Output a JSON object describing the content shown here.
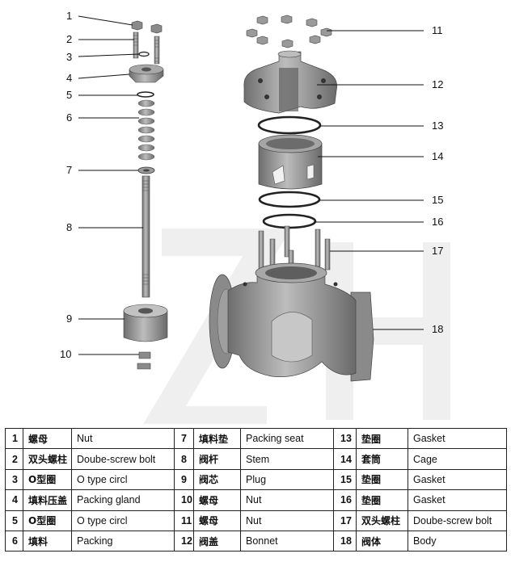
{
  "callouts": [
    "1",
    "2",
    "3",
    "4",
    "5",
    "6",
    "7",
    "8",
    "9",
    "10",
    "11",
    "12",
    "13",
    "14",
    "15",
    "16",
    "17",
    "18"
  ],
  "table": {
    "rows": [
      [
        {
          "n": "1",
          "cn": "螺母",
          "en": "Nut"
        },
        {
          "n": "7",
          "cn": "填料垫",
          "en": "Packing seat"
        },
        {
          "n": "13",
          "cn": "垫圈",
          "en": "Gasket"
        }
      ],
      [
        {
          "n": "2",
          "cn": "双头螺柱",
          "en": "Doube-screw bolt"
        },
        {
          "n": "8",
          "cn": "阀杆",
          "en": "Stem"
        },
        {
          "n": "14",
          "cn": "套筒",
          "en": "Cage"
        }
      ],
      [
        {
          "n": "3",
          "cn": "O型圈",
          "en": "O type circl"
        },
        {
          "n": "9",
          "cn": "阀芯",
          "en": "Plug"
        },
        {
          "n": "15",
          "cn": "垫圈",
          "en": "Gasket"
        }
      ],
      [
        {
          "n": "4",
          "cn": "填料压盖",
          "en": "Packing gland"
        },
        {
          "n": "10",
          "cn": "螺母",
          "en": "Nut"
        },
        {
          "n": "16",
          "cn": "垫圈",
          "en": "Gasket"
        }
      ],
      [
        {
          "n": "5",
          "cn": "O型圈",
          "en": "O type circl"
        },
        {
          "n": "11",
          "cn": "螺母",
          "en": "Nut"
        },
        {
          "n": "17",
          "cn": "双头螺柱",
          "en": "Doube-screw bolt"
        }
      ],
      [
        {
          "n": "6",
          "cn": "填料",
          "en": "Packing"
        },
        {
          "n": "12",
          "cn": "阀盖",
          "en": "Bonnet"
        },
        {
          "n": "18",
          "cn": "阀体",
          "en": "Body"
        }
      ]
    ]
  },
  "colors": {
    "metal": "#8e8e8e",
    "metal_dark": "#5a5a5a",
    "metal_light": "#c4c4c4",
    "watermark": "#eeeeee"
  }
}
